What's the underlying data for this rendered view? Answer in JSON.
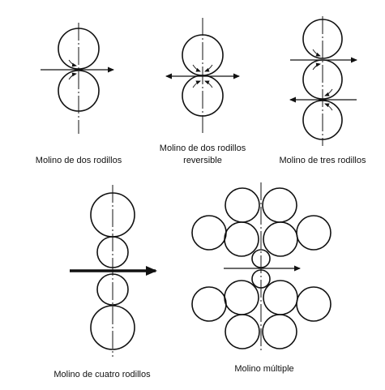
{
  "labels": {
    "two_high": "Molino de dos rodillos",
    "two_high_reversing_line1": "Molino de dos rodillos",
    "two_high_reversing_line2": "reversible",
    "three_high": "Molino de tres rodillos",
    "four_high": "Molino de cuatro rodillos",
    "cluster": "Molino múltiple"
  }
}
